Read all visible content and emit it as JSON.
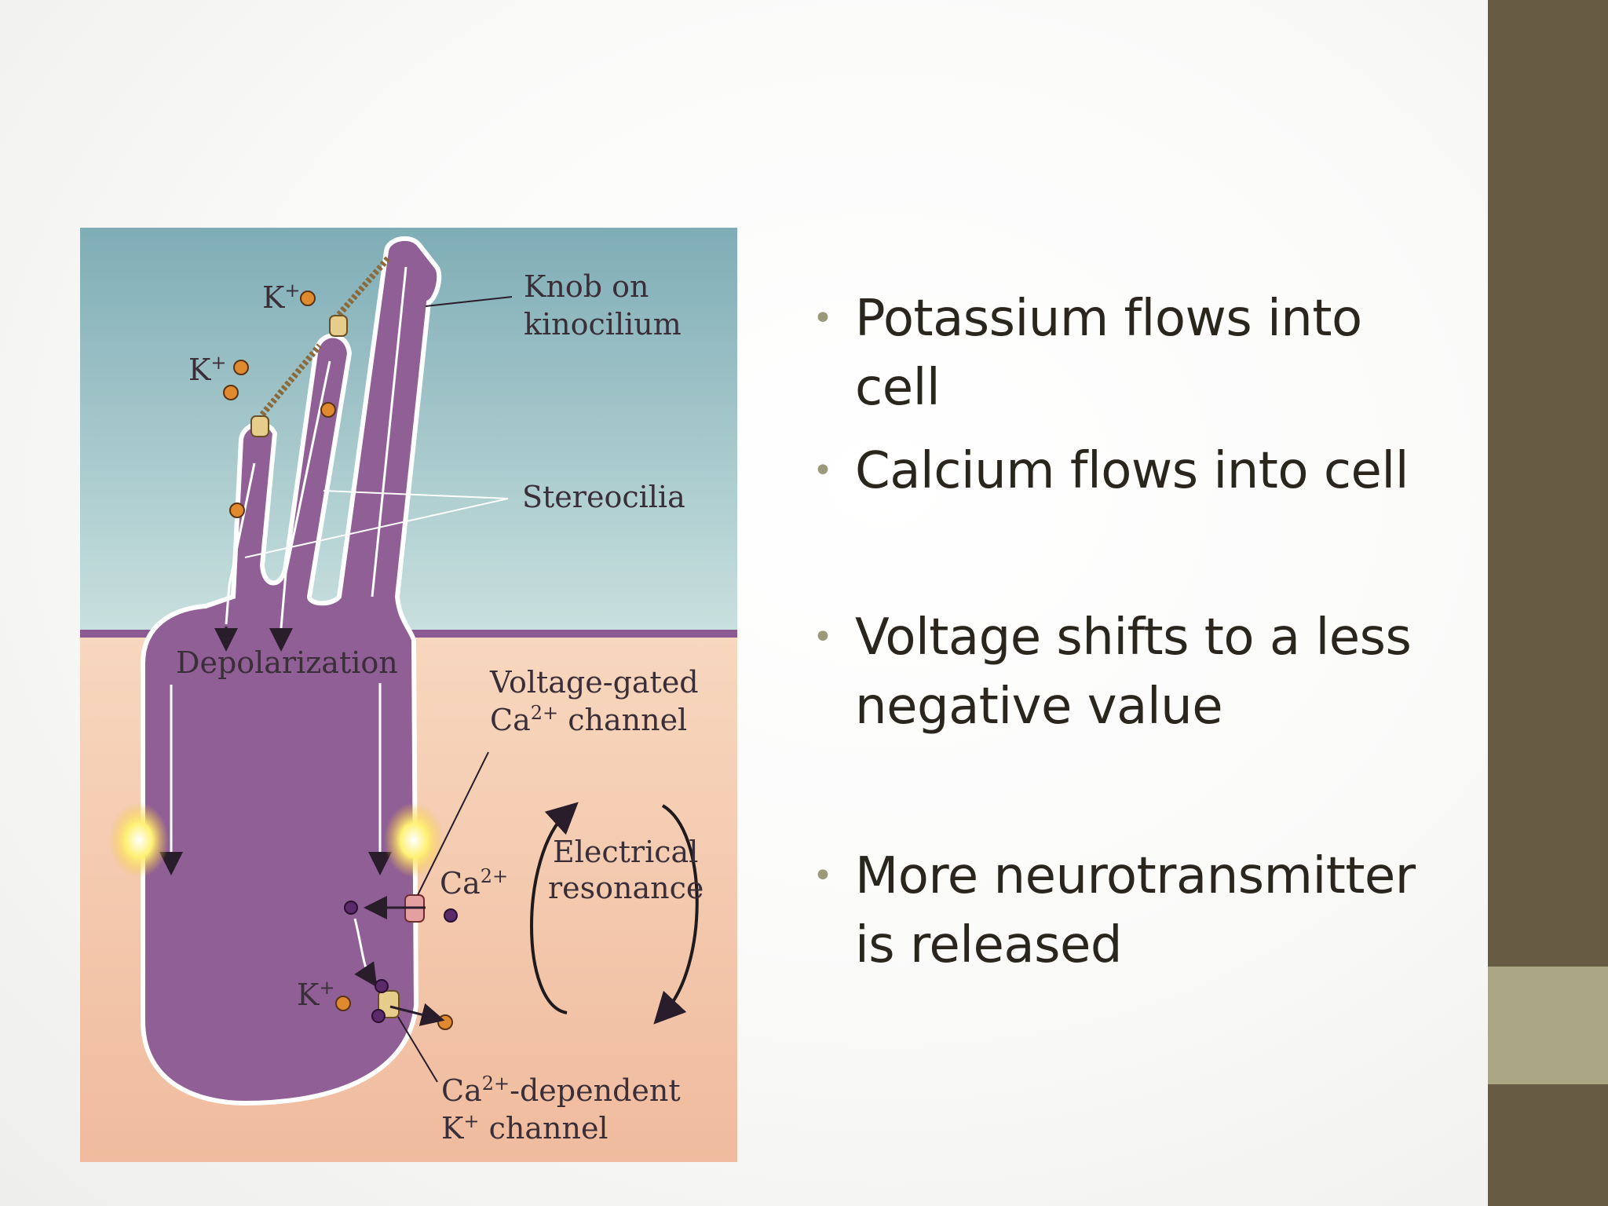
{
  "theme": {
    "sidebar_color": "#675c43",
    "sidebar_accent_color": "#aba785",
    "bullet_color": "#9a9a7b"
  },
  "figure": {
    "labels": {
      "k_top": "K",
      "k_top_sup": "+",
      "k_mid": "K",
      "k_mid_sup": "+",
      "k_low": "K",
      "k_low_sup": "+",
      "knob_line1": "Knob on",
      "knob_line2": "kinocilium",
      "stereocilia": "Stereocilia",
      "depolarization": "Depolarization",
      "vg_line1": "Voltage-gated",
      "vg_line2_a": "Ca",
      "vg_line2_sup": "2+",
      "vg_line2_b": " channel",
      "ca_ion": "Ca",
      "ca_ion_sup": "2+",
      "er_line1": "Electrical",
      "er_line2": "resonance",
      "cadep_line1_a": "Ca",
      "cadep_line1_sup": "2+",
      "cadep_line1_b": "-dependent",
      "cadep_line2_a": "K",
      "cadep_line2_sup": "+",
      "cadep_line2_b": " channel"
    },
    "colors": {
      "cell_fill": "#8f5f95",
      "cell_outline": "#ffffff",
      "fluid_top": "#8fb7bd",
      "fluid_bottom": "#f2c4a8",
      "potassium_ion": "#e08a30",
      "calcium_ion": "#5b2a6a"
    }
  },
  "bullets": [
    {
      "text": "Potassium flows into cell"
    },
    {
      "text": "Calcium flows into cell"
    },
    {
      "text": "Voltage shifts to a less negative value"
    },
    {
      "text": "More neurotransmitter is released"
    }
  ]
}
